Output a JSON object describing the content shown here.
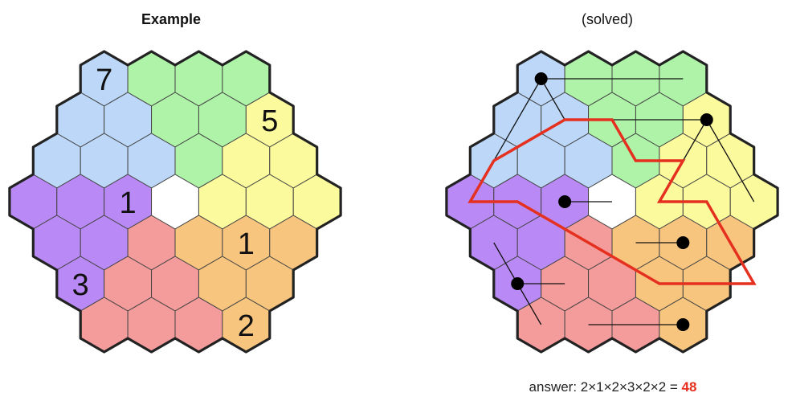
{
  "left_title": "Example",
  "right_title": "(solved)",
  "answer_prefix": "answer: 2×1×2×3×2×2 = ",
  "answer_value": "48",
  "colors": {
    "B": "#bcd7f8",
    "G": "#aef3a8",
    "Y": "#fbfa9d",
    "P": "#b98af5",
    "R": "#f49c9b",
    "O": "#f8c57e",
    "W": "#ffffff",
    "stroke": "#222222",
    "loop": "#e53020"
  },
  "grid": {
    "rows": [
      {
        "count": 4,
        "colors": [
          "B",
          "G",
          "G",
          "G"
        ]
      },
      {
        "count": 5,
        "colors": [
          "B",
          "B",
          "G",
          "G",
          "Y"
        ]
      },
      {
        "count": 6,
        "colors": [
          "B",
          "B",
          "B",
          "G",
          "Y",
          "Y"
        ]
      },
      {
        "count": 7,
        "colors": [
          "P",
          "P",
          "P",
          "W",
          "Y",
          "Y",
          "Y"
        ]
      },
      {
        "count": 6,
        "colors": [
          "P",
          "P",
          "R",
          "O",
          "O",
          "O"
        ]
      },
      {
        "count": 5,
        "colors": [
          "P",
          "R",
          "R",
          "O",
          "O"
        ]
      },
      {
        "count": 4,
        "colors": [
          "R",
          "R",
          "R",
          "O"
        ]
      }
    ],
    "clues": [
      {
        "row": 0,
        "col": 0,
        "text": "7"
      },
      {
        "row": 1,
        "col": 4,
        "text": "5"
      },
      {
        "row": 3,
        "col": 2,
        "text": "1"
      },
      {
        "row": 4,
        "col": 4,
        "text": "1"
      },
      {
        "row": 5,
        "col": 0,
        "text": "3"
      },
      {
        "row": 6,
        "col": 3,
        "text": "2"
      }
    ]
  },
  "solution": {
    "dots": [
      {
        "row": 0,
        "col": 0
      },
      {
        "row": 1,
        "col": 4
      },
      {
        "row": 3,
        "col": 2
      },
      {
        "row": 4,
        "col": 4
      },
      {
        "row": 5,
        "col": 0
      },
      {
        "row": 6,
        "col": 3
      }
    ],
    "lines": [
      {
        "from": [
          0,
          0
        ],
        "to": [
          0,
          3
        ]
      },
      {
        "from": [
          0,
          0
        ],
        "to": [
          1,
          1
        ]
      },
      {
        "from": [
          0,
          0
        ],
        "to": [
          3,
          0
        ]
      },
      {
        "from": [
          1,
          4
        ],
        "to": [
          1,
          2
        ]
      },
      {
        "from": [
          1,
          4
        ],
        "to": [
          2,
          4
        ]
      },
      {
        "from": [
          1,
          4
        ],
        "to": [
          3,
          6
        ]
      },
      {
        "from": [
          3,
          2
        ],
        "to": [
          3,
          3
        ]
      },
      {
        "from": [
          4,
          4
        ],
        "to": [
          4,
          3
        ]
      },
      {
        "from": [
          5,
          0
        ],
        "to": [
          5,
          1
        ]
      },
      {
        "from": [
          5,
          0
        ],
        "to": [
          4,
          0
        ]
      },
      {
        "from": [
          5,
          0
        ],
        "to": [
          6,
          0
        ]
      },
      {
        "from": [
          6,
          3
        ],
        "to": [
          6,
          1
        ]
      }
    ],
    "loop": [
      [
        1,
        1
      ],
      [
        1,
        2
      ],
      [
        2,
        3
      ],
      [
        2,
        4
      ],
      [
        3,
        4
      ],
      [
        3,
        5
      ],
      [
        4,
        5
      ],
      [
        5,
        5
      ],
      [
        5,
        4
      ],
      [
        5,
        3
      ],
      [
        4,
        2
      ],
      [
        3,
        1
      ],
      [
        3,
        0
      ],
      [
        2,
        0
      ]
    ]
  }
}
